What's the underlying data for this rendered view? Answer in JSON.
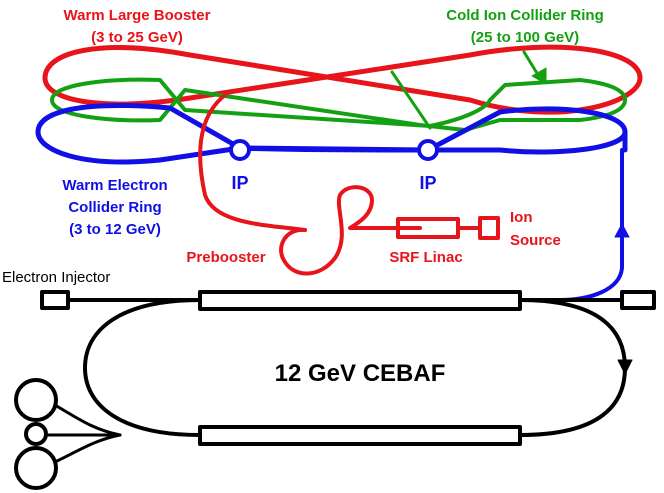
{
  "colors": {
    "red": "#e8141c",
    "green": "#13a113",
    "blue": "#1010e6",
    "black": "#000000"
  },
  "labels": {
    "warm_booster_title": "Warm Large Booster",
    "warm_booster_energy": "(3 to 25 GeV)",
    "cold_ring_title": "Cold Ion Collider Ring",
    "cold_ring_energy": "(25 to 100 GeV)",
    "electron_ring_line1": "Warm Electron",
    "electron_ring_line2": "Collider Ring",
    "electron_ring_energy": "(3 to 12 GeV)",
    "ip_left": "IP",
    "ip_right": "IP",
    "prebooster": "Prebooster",
    "srf_linac": "SRF Linac",
    "ion_source_line1": "Ion",
    "ion_source_line2": "Source",
    "electron_injector": "Electron Injector",
    "cebaf": "12 GeV CEBAF"
  },
  "icons": {
    "ip_marker": "circle",
    "arrow": "triangle-arrowhead"
  }
}
